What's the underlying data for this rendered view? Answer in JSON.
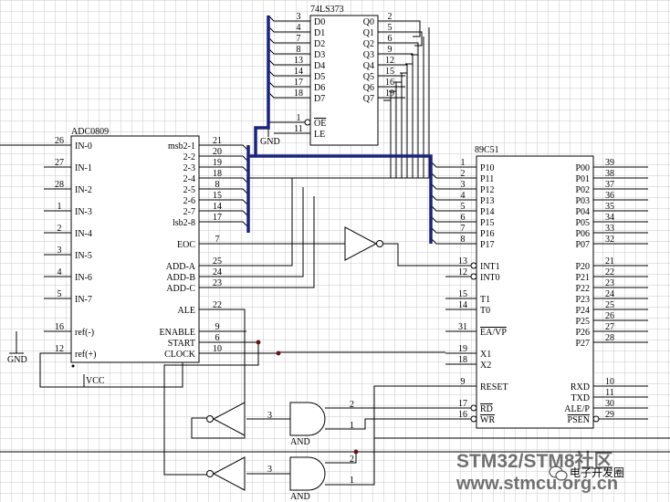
{
  "adc": {
    "title": "ADC0809",
    "left_pins": [
      {
        "num": "26",
        "name": "IN-0"
      },
      {
        "num": "27",
        "name": "IN-1"
      },
      {
        "num": "28",
        "name": "IN-2"
      },
      {
        "num": "1",
        "name": "IN-3"
      },
      {
        "num": "2",
        "name": "IN-4"
      },
      {
        "num": "3",
        "name": "IN-5"
      },
      {
        "num": "4",
        "name": "IN-6"
      },
      {
        "num": "5",
        "name": "IN-7"
      },
      {
        "num": "16",
        "name": "ref(-)"
      },
      {
        "num": "12",
        "name": "ref(+)"
      }
    ],
    "right_pins": [
      {
        "num": "21",
        "name": "msb2-1"
      },
      {
        "num": "20",
        "name": "2-2"
      },
      {
        "num": "19",
        "name": "2-3"
      },
      {
        "num": "18",
        "name": "2-4"
      },
      {
        "num": "8",
        "name": "2-5"
      },
      {
        "num": "15",
        "name": "2-6"
      },
      {
        "num": "14",
        "name": "2-7"
      },
      {
        "num": "17",
        "name": "lsb2-8"
      },
      {
        "num": "7",
        "name": "EOC"
      },
      {
        "num": "25",
        "name": "ADD-A"
      },
      {
        "num": "24",
        "name": "ADD-B"
      },
      {
        "num": "23",
        "name": "ADD-C"
      },
      {
        "num": "22",
        "name": "ALE"
      },
      {
        "num": "9",
        "name": "ENABLE"
      },
      {
        "num": "6",
        "name": "START"
      },
      {
        "num": "10",
        "name": "CLOCK"
      }
    ]
  },
  "latch": {
    "title": "74LS373",
    "d_pins": [
      {
        "num": "3",
        "name": "D0"
      },
      {
        "num": "4",
        "name": "D1"
      },
      {
        "num": "7",
        "name": "D2"
      },
      {
        "num": "8",
        "name": "D3"
      },
      {
        "num": "13",
        "name": "D4"
      },
      {
        "num": "14",
        "name": "D5"
      },
      {
        "num": "17",
        "name": "D6"
      },
      {
        "num": "18",
        "name": "D7"
      }
    ],
    "q_pins": [
      {
        "num": "2",
        "name": "Q0"
      },
      {
        "num": "5",
        "name": "Q1"
      },
      {
        "num": "6",
        "name": "Q2"
      },
      {
        "num": "9",
        "name": "Q3"
      },
      {
        "num": "12",
        "name": "Q4"
      },
      {
        "num": "15",
        "name": "Q5"
      },
      {
        "num": "16",
        "name": "Q6"
      },
      {
        "num": "19",
        "name": "Q7"
      }
    ],
    "oe": {
      "num": "1",
      "name": "OE"
    },
    "le": {
      "num": "11",
      "name": "LE"
    }
  },
  "mcu": {
    "title": "89C51",
    "left_pins": [
      {
        "num": "1",
        "name": "P10"
      },
      {
        "num": "2",
        "name": "P11"
      },
      {
        "num": "3",
        "name": "P12"
      },
      {
        "num": "4",
        "name": "P13"
      },
      {
        "num": "5",
        "name": "P14"
      },
      {
        "num": "6",
        "name": "P15"
      },
      {
        "num": "7",
        "name": "P16"
      },
      {
        "num": "8",
        "name": "P17"
      },
      {
        "num": "13",
        "name": "INT1"
      },
      {
        "num": "12",
        "name": "INT0"
      },
      {
        "num": "15",
        "name": "T1"
      },
      {
        "num": "14",
        "name": "T0"
      },
      {
        "num": "31",
        "name": "EA/VP"
      },
      {
        "num": "19",
        "name": "X1"
      },
      {
        "num": "18",
        "name": "X2"
      },
      {
        "num": "9",
        "name": "RESET"
      },
      {
        "num": "17",
        "name": "RD"
      },
      {
        "num": "16",
        "name": "WR"
      }
    ],
    "right_pins": [
      {
        "num": "39",
        "name": "P00"
      },
      {
        "num": "38",
        "name": "P01"
      },
      {
        "num": "37",
        "name": "P02"
      },
      {
        "num": "36",
        "name": "P03"
      },
      {
        "num": "35",
        "name": "P04"
      },
      {
        "num": "34",
        "name": "P05"
      },
      {
        "num": "33",
        "name": "P06"
      },
      {
        "num": "32",
        "name": "P07"
      },
      {
        "num": "21",
        "name": "P20"
      },
      {
        "num": "22",
        "name": "P21"
      },
      {
        "num": "23",
        "name": "P22"
      },
      {
        "num": "24",
        "name": "P23"
      },
      {
        "num": "25",
        "name": "P24"
      },
      {
        "num": "26",
        "name": "P25"
      },
      {
        "num": "27",
        "name": "P26"
      },
      {
        "num": "28",
        "name": "P27"
      },
      {
        "num": "10",
        "name": "RXD"
      },
      {
        "num": "11",
        "name": "TXD"
      },
      {
        "num": "30",
        "name": "ALE/P"
      },
      {
        "num": "29",
        "name": "PSEN"
      }
    ]
  },
  "labels": {
    "gnd_latch": "GND",
    "gnd_adc": "GND",
    "vcc": "VCC",
    "and1": "AND",
    "and2": "AND"
  },
  "gates": {
    "and1_out": "2",
    "and1_in": "1",
    "and2_out": "2",
    "and2_in": "1",
    "inv1_pin": "3",
    "inv2_pin": "3"
  },
  "watermark": {
    "line1": "STM32/STM8社区",
    "line2": "www.stmcu.org.cn",
    "badge": "电子开发圈"
  },
  "colors": {
    "grid": "#c8c8c8",
    "wire": "#000000",
    "bus": "#1a237e",
    "chip_fill": "#ffffff",
    "watermark": "#4a78b5"
  }
}
